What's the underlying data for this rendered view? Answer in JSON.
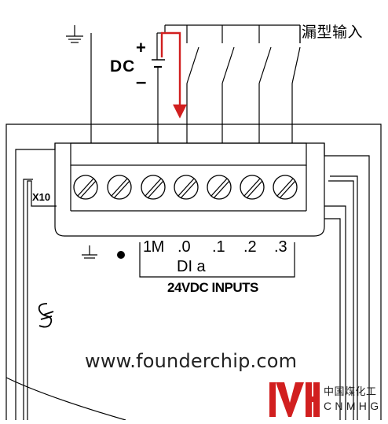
{
  "title": "漏型输入",
  "source": {
    "label": "DC",
    "plus": "+",
    "minus": "–"
  },
  "module": {
    "connector_label": "X10",
    "terminals": [
      "1M",
      ".0",
      ".1",
      ".2",
      ".3"
    ],
    "group_label": "DI a",
    "inputs_label": "24VDC INPUTS"
  },
  "watermark": {
    "url": "www.founderchip.com",
    "brand_cn": "中国煤化工",
    "brand_en": "CNMHG"
  },
  "colors": {
    "current_arrow": "#d11f1f",
    "logo": "#d11f1f",
    "line": "#000000"
  },
  "icons": [
    "ground-icon",
    "screw-terminal-icon",
    "switch-icon",
    "battery-icon",
    "si-logo-icon",
    "status-dot-icon"
  ]
}
